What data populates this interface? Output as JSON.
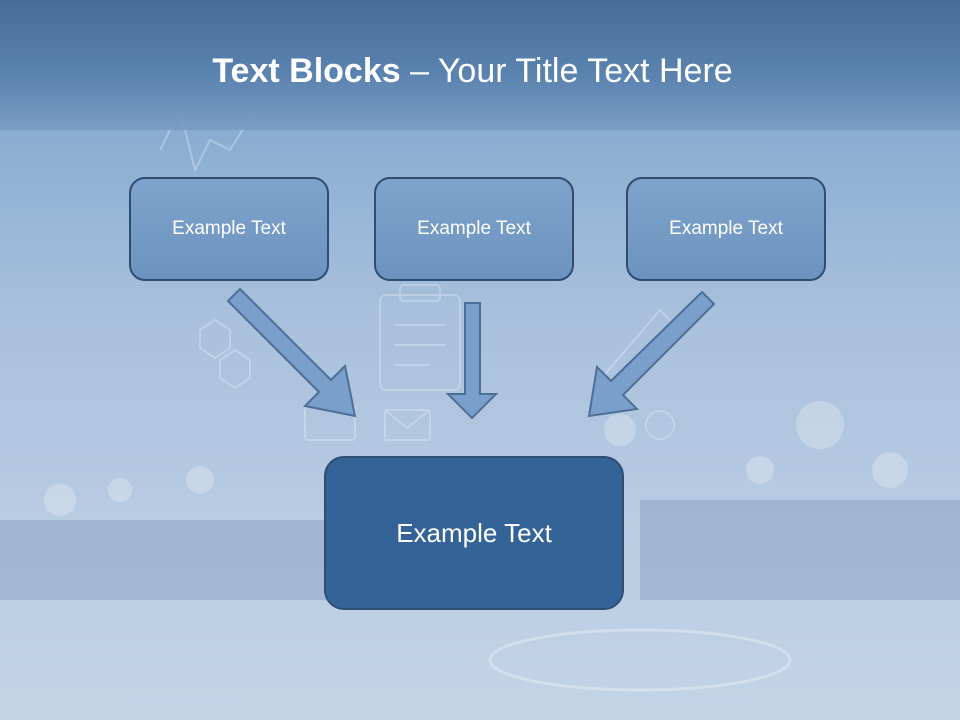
{
  "slide": {
    "title_bold": "Text Blocks",
    "title_separator": "–",
    "title_rest": "Your Title Text Here",
    "blocks": [
      {
        "label": "Example Text"
      },
      {
        "label": "Example Text"
      },
      {
        "label": "Example Text"
      }
    ],
    "target_block": {
      "label": "Example Text"
    }
  },
  "colors": {
    "title_band": "#4f76a2",
    "small_box_fill": "#7399c5",
    "big_box_fill": "#346497",
    "box_border": "#2e4d72",
    "arrow_fill": "#7b9fcb"
  }
}
